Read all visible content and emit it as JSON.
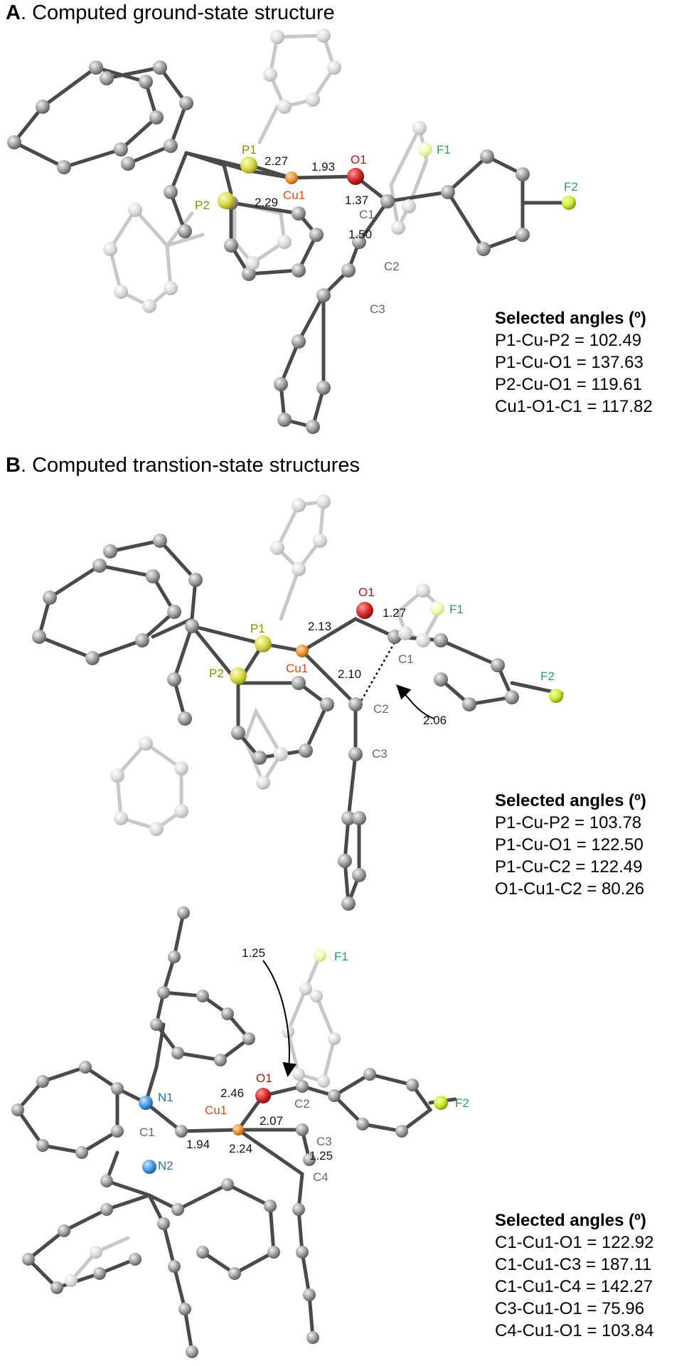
{
  "panel_a": {
    "heading_letter": "A",
    "heading_text": ". Computed ground-state structure",
    "labels": {
      "P1": "P1",
      "P2": "P2",
      "Cu1": "Cu1",
      "O1": "O1",
      "C1": "C1",
      "C2": "C2",
      "C3": "C3",
      "F1": "F1",
      "F2": "F2",
      "d_p1cu": "2.27",
      "d_p2cu": "2.29",
      "d_cuo": "1.93",
      "d_oc": "1.37",
      "d_c1c2": "1.50"
    },
    "angles_title": "Selected angles (º)",
    "angles": [
      "P1-Cu-P2 = 102.49",
      "P1-Cu-O1 = 137.63",
      "P2-Cu-O1 = 119.61",
      "Cu1-O1-C1 = 117.82"
    ]
  },
  "panel_b": {
    "heading_letter": "B",
    "heading_text": ". Computed transtion-state structures",
    "ts1": {
      "labels": {
        "P1": "P1",
        "P2": "P2",
        "Cu1": "Cu1",
        "O1": "O1",
        "C1": "C1",
        "C2": "C2",
        "C3": "C3",
        "F1": "F1",
        "F2": "F2",
        "d_cuo": "2.13",
        "d_oc": "1.27",
        "d_cuc2": "2.10",
        "d_c1c2": "2.06"
      },
      "angles_title": "Selected angles (º)",
      "angles": [
        "P1-Cu-P2 = 103.78",
        "P1-Cu-O1 = 122.50",
        "P1-Cu-C2 = 122.49",
        "O1-Cu1-C2 = 80.26"
      ]
    },
    "ts2": {
      "labels": {
        "N1": "N1",
        "N2": "N2",
        "C1": "C1",
        "Cu1": "Cu1",
        "O1": "O1",
        "C2": "C2",
        "C3": "C3",
        "C4": "C4",
        "F1": "F1",
        "F2": "F2",
        "d_oc2": "1.25",
        "d_cuo": "2.46",
        "d_cuc3": "2.07",
        "d_c1cu": "1.94",
        "d_cuc4": "2.24",
        "d_c3c4": "1.25"
      },
      "angles_title": "Selected angles (º)",
      "angles": [
        "C1-Cu1-O1 = 122.92",
        "C1-Cu1-C3 = 187.11",
        "C1-Cu1-C4 = 142.27",
        "C3-Cu1-O1 = 75.96",
        "C4-Cu1-O1 = 103.84"
      ]
    }
  },
  "colors": {
    "carbon": "#8a8a8a",
    "carbon_light": "#d6d6d6",
    "phosphorus": "#d8d84a",
    "copper": "#e8963a",
    "oxygen": "#d42a2a",
    "fluorine": "#c8ec2a",
    "nitrogen": "#4a9ae0"
  }
}
